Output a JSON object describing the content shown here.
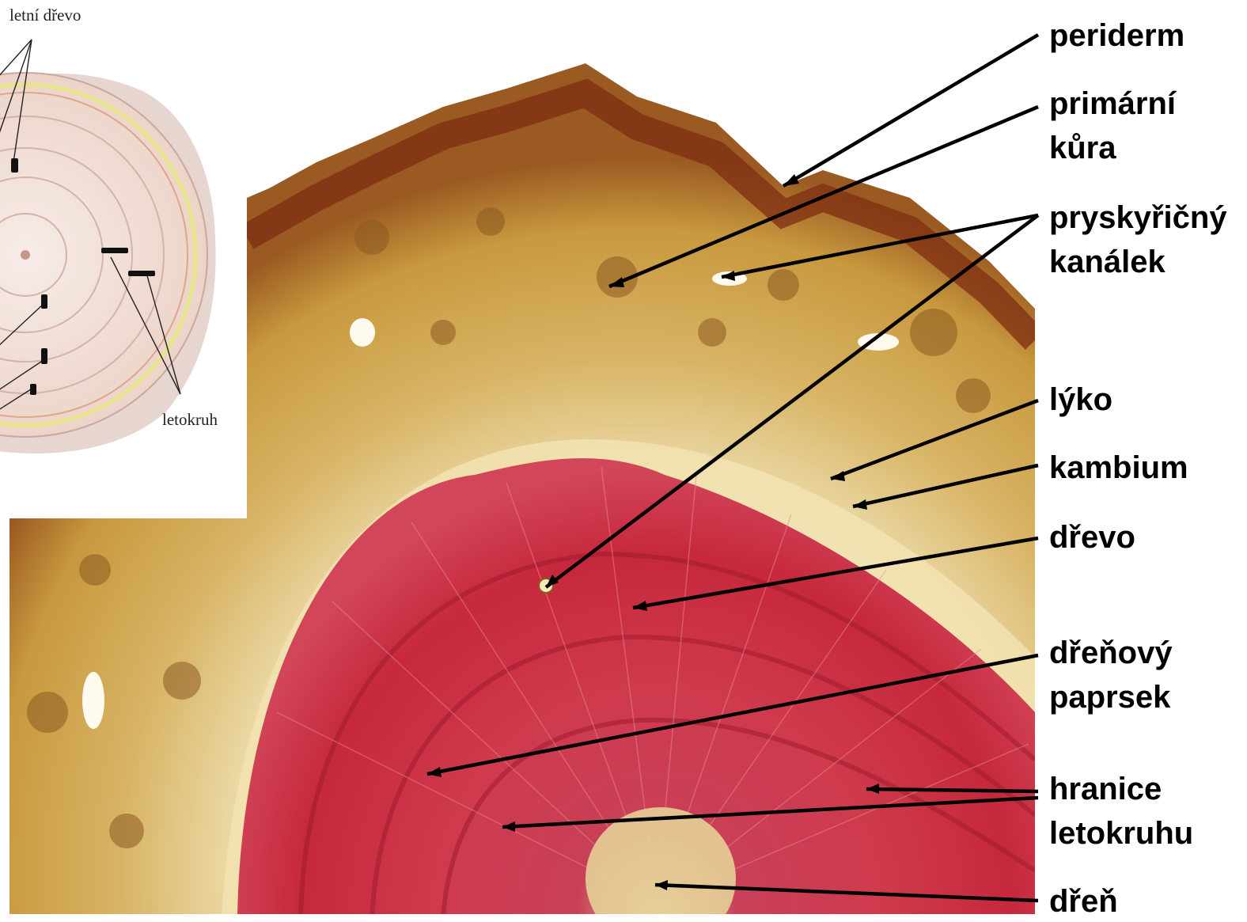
{
  "inset": {
    "label_summer_wood": "letní dřevo",
    "label_growth_ring": "letokruh"
  },
  "labels": {
    "periderm": "periderm",
    "primary_cortex_1": "primární",
    "primary_cortex_2": "kůra",
    "resin_canal_1": "pryskyřičný",
    "resin_canal_2": "kanálek",
    "phloem": "lýko",
    "cambium": "kambium",
    "wood": "dřevo",
    "medullary_ray_1": "dřeňový",
    "medullary_ray_2": "paprsek",
    "ring_boundary_1": "hranice",
    "ring_boundary_2": "letokruhu",
    "pith": "dřeň"
  },
  "colors": {
    "cortex": "#c9a34a",
    "periderm": "#8a3a17",
    "phloem": "#e9d7a0",
    "wood": "#c8303f",
    "pith": "#d9c08a",
    "inset_wood": "#f1dcd4"
  }
}
